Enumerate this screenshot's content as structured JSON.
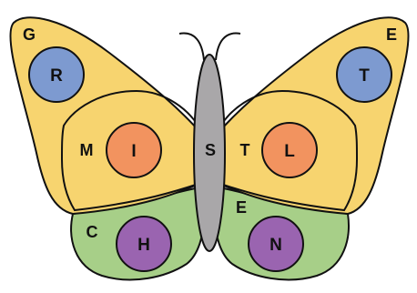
{
  "corner_labels": {
    "top_left": "G",
    "top_right": "E",
    "bottom_left": "C"
  },
  "region_labels": {
    "left_inner": "M",
    "right_inner": "T",
    "right_lower": "E",
    "body": "S"
  },
  "circles": {
    "top_left": "R",
    "top_right": "T",
    "mid_left": "I",
    "mid_right": "L",
    "bottom_left": "H",
    "bottom_right": "N"
  },
  "colors": {
    "upper_wing": "#F7D46F",
    "lower_wing": "#A7CF88",
    "body": "#A9A7A9",
    "circle_blue": "#7D9AD0",
    "circle_orange": "#F2935F",
    "circle_purple": "#9A64B0",
    "stroke": "#111111"
  }
}
